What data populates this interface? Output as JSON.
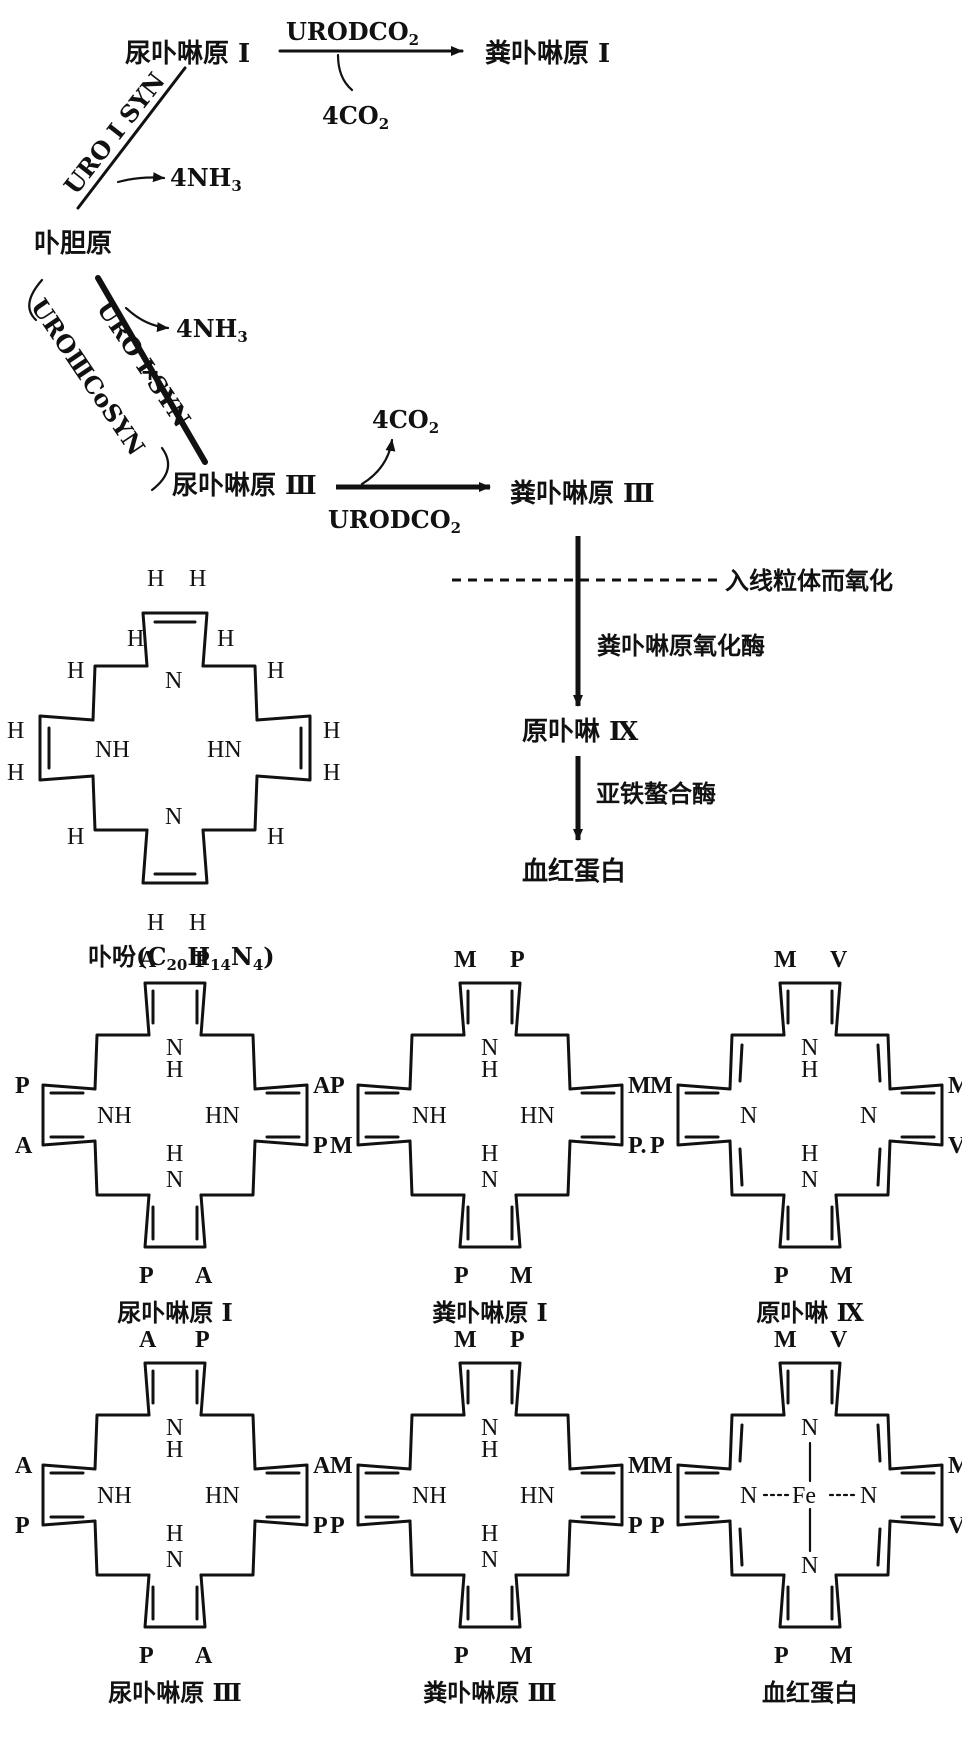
{
  "pathway": {
    "uro1": "尿卟啉原 I",
    "copro1": "粪卟啉原 I",
    "urodco2_top": "URODCO",
    "urodco2_top_sub": "2",
    "co2_top": "4CO",
    "co2_top_sub": "2",
    "uro1syn_a": "URO I SYN",
    "nh3_a": "4NH",
    "nh3_a_sub": "3",
    "porphobilinogen": "卟胆原",
    "uro1syn_b": "URO I SYN",
    "plus": "+",
    "uro3cosyn": "UROⅢCoSYN",
    "nh3_b": "4NH",
    "nh3_b_sub": "3",
    "co2_mid": "4CO",
    "co2_mid_sub": "2",
    "uro3": "尿卟啉原 Ⅲ",
    "copro3": "粪卟啉原 Ⅲ",
    "urodco2_mid": "URODCO",
    "urodco2_mid_sub": "2",
    "mito": "入线粒体而氧化",
    "cpo_enzyme": "粪卟啉原氧化酶",
    "proto9": "原卟啉 Ⅸ",
    "ferro_enzyme": "亚铁螯合酶",
    "heme": "血红蛋白"
  },
  "porphine": {
    "h": "H",
    "nh": "NH",
    "hn": "HN",
    "n": "N",
    "caption_name": "卟吩",
    "caption_formula": "(C",
    "c_sub": "20",
    "h_part": "H",
    "h_sub": "14",
    "n_part": "N",
    "n_sub": "4",
    "close": ")"
  },
  "structures": [
    {
      "caption": "尿卟啉原 I",
      "top": [
        "A",
        "P"
      ],
      "left": [
        "P",
        "A"
      ],
      "right": [
        "A",
        "P"
      ],
      "bottom": [
        "P",
        "A"
      ]
    },
    {
      "caption": "粪卟啉原 I",
      "top": [
        "M",
        "P"
      ],
      "left": [
        "P",
        "M"
      ],
      "right": [
        "M",
        "P."
      ],
      "bottom": [
        "P",
        "M"
      ]
    },
    {
      "caption": "原卟啉 Ⅸ",
      "top": [
        "M",
        "V"
      ],
      "left": [
        "M",
        "P"
      ],
      "right": [
        "M",
        "V"
      ],
      "bottom": [
        "P",
        "M"
      ]
    },
    {
      "caption": "尿卟啉原 Ⅲ",
      "top": [
        "A",
        "P"
      ],
      "left": [
        "A",
        "P"
      ],
      "right": [
        "A",
        "P"
      ],
      "bottom": [
        "P",
        "A"
      ]
    },
    {
      "caption": "粪卟啉原 Ⅲ",
      "top": [
        "M",
        "P"
      ],
      "left": [
        "M",
        "P"
      ],
      "right": [
        "M",
        "P"
      ],
      "bottom": [
        "P",
        "M"
      ]
    },
    {
      "caption": "血红蛋白",
      "top": [
        "M",
        "V"
      ],
      "left": [
        "M",
        "P"
      ],
      "right": [
        "M",
        "V"
      ],
      "bottom": [
        "P",
        "M"
      ],
      "metal": "Fe"
    }
  ],
  "ring_atoms": {
    "n": "N",
    "h": "H",
    "nh": "NH",
    "hn": "HN"
  }
}
